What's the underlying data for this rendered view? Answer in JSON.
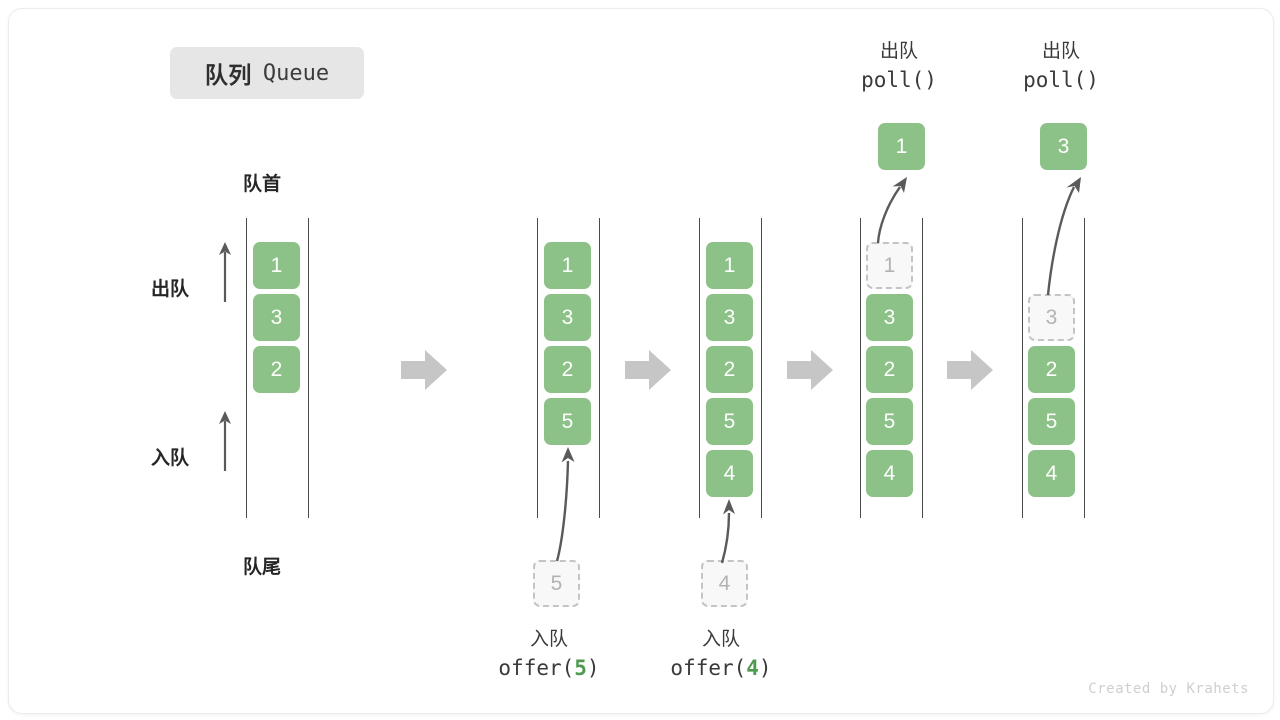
{
  "title": {
    "cn": "队列",
    "en": "Queue"
  },
  "labels": {
    "front": "队首",
    "rear": "队尾",
    "dequeue": "出队",
    "enqueue": "入队"
  },
  "watermark": "Created by Krahets",
  "colors": {
    "item_green": "#8cc287",
    "ghost_fill": "#f8f8f8",
    "ghost_border": "#c4c4c4",
    "rail": "#4a4a4a",
    "flow_arrow": "#c6c6c6",
    "badge_bg": "#e6e6e6",
    "accent_text_green": "#4f9a4f"
  },
  "operations": {
    "offer5": {
      "cn": "入队",
      "code_prefix": "offer(",
      "arg": "5",
      "code_suffix": ")"
    },
    "offer4": {
      "cn": "入队",
      "code_prefix": "offer(",
      "arg": "4",
      "code_suffix": ")"
    },
    "poll1": {
      "cn": "出队",
      "code": "poll()"
    },
    "poll2": {
      "cn": "出队",
      "code": "poll()"
    }
  },
  "stages": [
    {
      "name": "initial",
      "items": [
        "1",
        "3",
        "2"
      ],
      "ghost_in": null,
      "popped": null
    },
    {
      "name": "after-offer-5",
      "items": [
        "1",
        "3",
        "2",
        "5"
      ],
      "ghost_in": "5",
      "popped": null
    },
    {
      "name": "after-offer-4",
      "items": [
        "1",
        "3",
        "2",
        "5",
        "4"
      ],
      "ghost_in": "4",
      "popped": null
    },
    {
      "name": "after-poll-1",
      "items": [
        "3",
        "2",
        "5",
        "4"
      ],
      "ghost_out": "1",
      "popped": "1"
    },
    {
      "name": "after-poll-3",
      "items": [
        "2",
        "5",
        "4"
      ],
      "ghost_out": "3",
      "popped": "3"
    }
  ],
  "boxes": {
    "c1": [
      "1",
      "3",
      "2"
    ],
    "c2": [
      "1",
      "3",
      "2",
      "5"
    ],
    "c3": [
      "1",
      "3",
      "2",
      "5",
      "4"
    ],
    "c4_ghost": "1",
    "c4": [
      "3",
      "2",
      "5",
      "4"
    ],
    "c4_popped": "1",
    "c5_ghost": "3",
    "c5": [
      "2",
      "5",
      "4"
    ],
    "c5_popped": "3",
    "ghost_offer5": "5",
    "ghost_offer4": "4"
  }
}
